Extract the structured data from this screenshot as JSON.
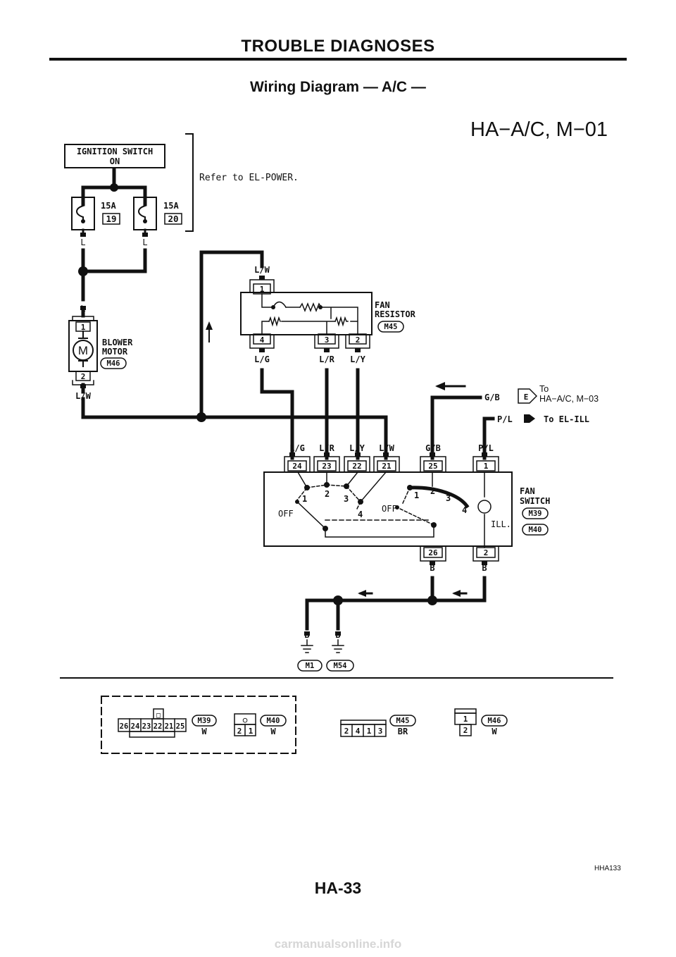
{
  "header": {
    "section": "TROUBLE DIAGNOSES",
    "title": "Wiring Diagram — A/C —",
    "code": "HA−A/C, M−01"
  },
  "ignition": {
    "line1": "IGNITION SWITCH",
    "line2": "ON",
    "refer": "Refer to EL-POWER."
  },
  "fuses": [
    {
      "amp": "15A",
      "num": "19",
      "wire": "L"
    },
    {
      "amp": "15A",
      "num": "20",
      "wire": "L"
    }
  ],
  "blower_motor": {
    "line1": "BLOWER",
    "line2": "MOTOR",
    "connector": "M46",
    "in_wire": "L",
    "out_wire": "L/W",
    "pin_top": "1",
    "pin_bottom": "2",
    "symbol": "M"
  },
  "fan_resistor": {
    "line1": "FAN",
    "line2": "RESISTOR",
    "connector": "M45",
    "top_pin": "1",
    "top_wire": "L/W",
    "bottom_pins": [
      "4",
      "3",
      "2"
    ],
    "bottom_wires": [
      "L/G",
      "L/R",
      "L/Y"
    ]
  },
  "external_links": [
    {
      "wire": "G/B",
      "connector": "E",
      "to_line1": "To",
      "to_line2": "HA−A/C, M−03"
    },
    {
      "wire": "P/L",
      "to": "To EL-ILL"
    }
  ],
  "fan_switch": {
    "line1": "FAN",
    "line2": "SWITCH",
    "connectors": [
      "M39",
      "M40"
    ],
    "top_pins": [
      "24",
      "23",
      "22",
      "21",
      "25",
      "1"
    ],
    "top_wires": [
      "L/G",
      "L/R",
      "L/Y",
      "L/W",
      "G/B",
      "P/L"
    ],
    "left_positions": [
      "OFF",
      "1",
      "2",
      "3",
      "4"
    ],
    "right_positions": [
      "OFF",
      "1",
      "2",
      "3",
      "4"
    ],
    "ill": "ILL.",
    "bottom_pins": [
      "26",
      "2"
    ],
    "bottom_wires": [
      "B",
      "B"
    ]
  },
  "grounds": [
    {
      "wire": "B",
      "label": "M1"
    },
    {
      "wire": "B",
      "label": "M54"
    }
  ],
  "connector_views": [
    {
      "id": "M39",
      "color": "W",
      "cells": [
        "26",
        "24",
        "23",
        "22",
        "21",
        "25"
      ],
      "key": "□"
    },
    {
      "id": "M40",
      "color": "W",
      "cells": [
        "2",
        "1"
      ],
      "key": "○"
    },
    {
      "id": "M45",
      "color": "BR",
      "cells": [
        "2",
        "4",
        "1",
        "3"
      ]
    },
    {
      "id": "M46",
      "color": "W",
      "cells": [
        "1",
        "2"
      ]
    }
  ],
  "figure_id": "HHA133",
  "page_number": "HA-33",
  "watermark": "carmanualsonline.info"
}
